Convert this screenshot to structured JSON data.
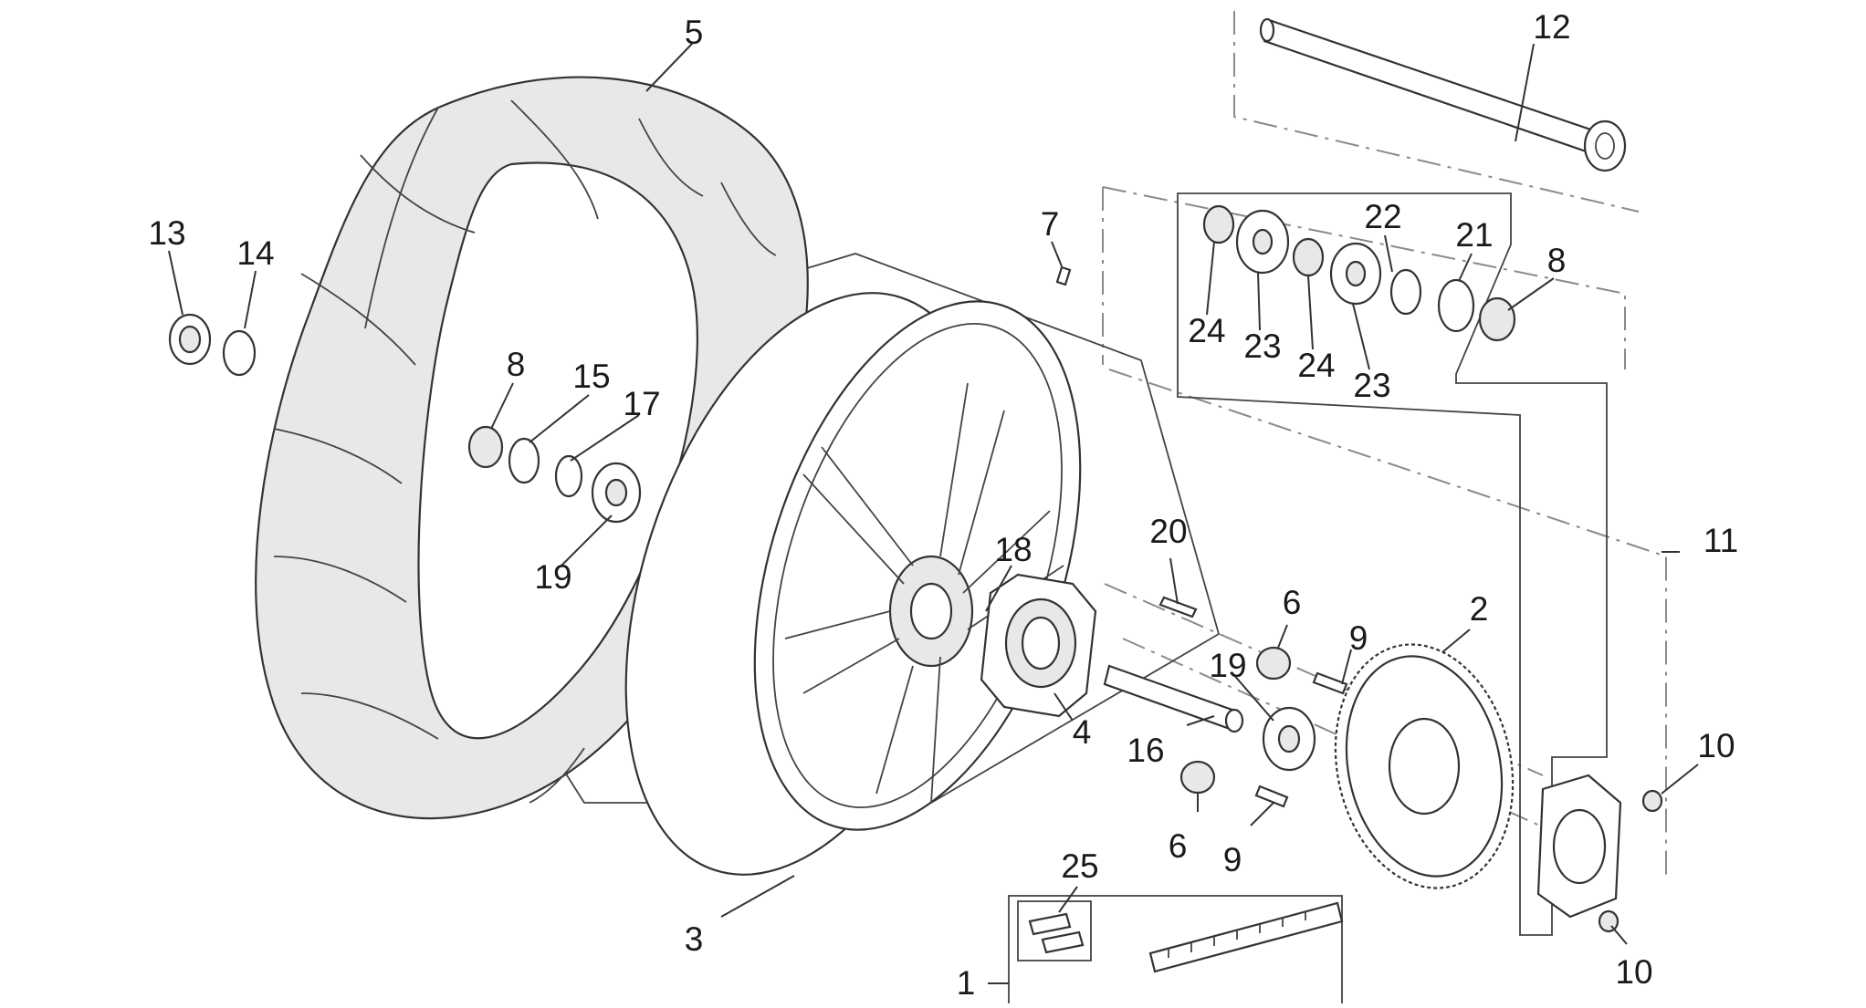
{
  "diagram": {
    "callouts": [
      {
        "id": "c5",
        "label": "5"
      },
      {
        "id": "c12",
        "label": "12"
      },
      {
        "id": "c13",
        "label": "13"
      },
      {
        "id": "c14",
        "label": "14"
      },
      {
        "id": "c7",
        "label": "7"
      },
      {
        "id": "c22",
        "label": "22"
      },
      {
        "id": "c21",
        "label": "21"
      },
      {
        "id": "c8a",
        "label": "8"
      },
      {
        "id": "c24a",
        "label": "24"
      },
      {
        "id": "c23a",
        "label": "23"
      },
      {
        "id": "c24b",
        "label": "24"
      },
      {
        "id": "c23b",
        "label": "23"
      },
      {
        "id": "c8b",
        "label": "8"
      },
      {
        "id": "c15",
        "label": "15"
      },
      {
        "id": "c17",
        "label": "17"
      },
      {
        "id": "c19a",
        "label": "19"
      },
      {
        "id": "c18",
        "label": "18"
      },
      {
        "id": "c20",
        "label": "20"
      },
      {
        "id": "c11",
        "label": "11"
      },
      {
        "id": "c6a",
        "label": "6"
      },
      {
        "id": "c9a",
        "label": "9"
      },
      {
        "id": "c2",
        "label": "2"
      },
      {
        "id": "c19b",
        "label": "19"
      },
      {
        "id": "c4",
        "label": "4"
      },
      {
        "id": "c16",
        "label": "16"
      },
      {
        "id": "c10a",
        "label": "10"
      },
      {
        "id": "c6b",
        "label": "6"
      },
      {
        "id": "c9b",
        "label": "9"
      },
      {
        "id": "c25",
        "label": "25"
      },
      {
        "id": "c3",
        "label": "3"
      },
      {
        "id": "c1",
        "label": "1"
      },
      {
        "id": "c10b",
        "label": "10"
      }
    ]
  }
}
